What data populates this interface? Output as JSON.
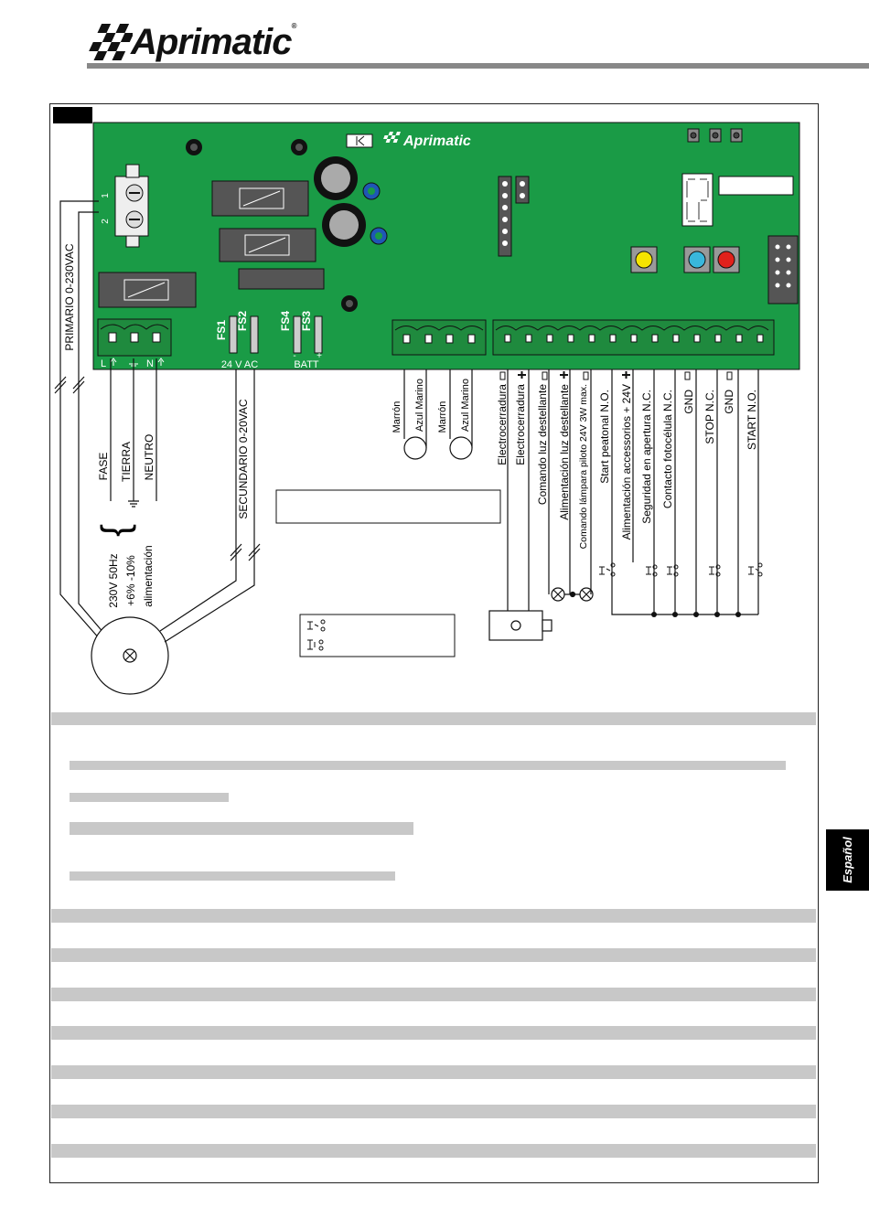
{
  "brand": {
    "name": "Aprimatic",
    "registered": "®",
    "board_logo": "Aprimatic"
  },
  "side_tab": {
    "language": "Español"
  },
  "board": {
    "connector_pins": [
      "1",
      "2"
    ],
    "fuses": [
      "FS1",
      "FS2",
      "FS4",
      "FS3"
    ],
    "ac_label": "24 V AC",
    "batt_label": "BATT",
    "batt_minus": "-",
    "batt_plus": "+",
    "power_terminal_labels": [
      "L",
      "N"
    ]
  },
  "wires": {
    "primary": "PRIMARIO  0-230VAC",
    "secondary": "SECUNDARIO  0-20VAC",
    "fase": "FASE",
    "tierra": "TIERRA",
    "neutro": "NEUTRO",
    "supply_lines": [
      "230V 50Hz",
      "+6% -10%",
      "alimentación"
    ],
    "motor_wires": [
      "Marrón",
      "Azul Marino",
      "Marrón",
      "Azul Marino"
    ]
  },
  "terminals": [
    "Electrocerradura",
    "Electrocerradura",
    "Comando luz destellante",
    "Alimentación luz destellante",
    "Comando lámpara piloto 24V 3W max.",
    "Start peatonal  N.O.",
    "Alimentación accessorios + 24V",
    "Seguridad en apertura N.C.",
    "Contacto fotocélula N.C.",
    "GND",
    "STOP N.C.",
    "GND",
    "START N.O."
  ],
  "colors": {
    "pcb_green": "#1a9b46",
    "button_yellow": "#f5e400",
    "button_cyan": "#39b7dc",
    "button_red": "#e0211b",
    "redacted_gray": "#c8c8c8"
  }
}
